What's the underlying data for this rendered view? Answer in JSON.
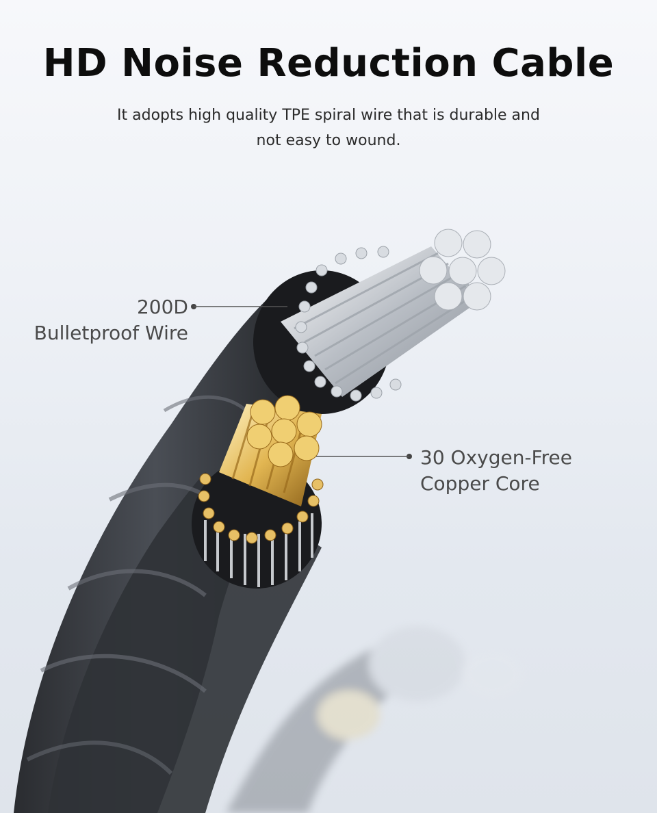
{
  "header": {
    "title": "HD Noise Reduction Cable",
    "subtitle": "It adopts high quality TPE spiral wire that is durable and not easy to wound."
  },
  "callouts": {
    "left": {
      "line1": "200D",
      "line2": "Bulletproof Wire"
    },
    "right": {
      "line1": "30 Oxygen-Free",
      "line2": "Copper Core"
    }
  },
  "colors": {
    "cable_jacket": "#3a3d42",
    "silver_strands": "#cfd3d8",
    "copper_strands": "#e0b85a",
    "leader_line": "#555555"
  }
}
